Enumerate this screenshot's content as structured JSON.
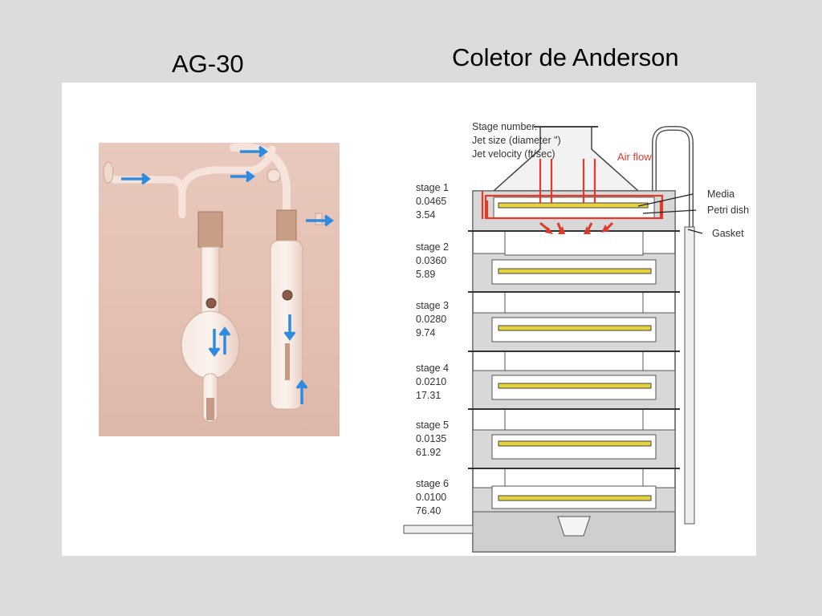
{
  "titles": {
    "left": "AG-30",
    "right": "Coletor de Anderson"
  },
  "diagram": {
    "legend": {
      "line1": "Stage number.",
      "line2": "Jet size (diameter \")",
      "line3": "Jet velocity (ft/sec)"
    },
    "airflow_label": "Air flow",
    "callouts": {
      "media": "Media",
      "petri": "Petri dish",
      "gasket": "Gasket"
    },
    "stages": [
      {
        "name": "stage 1",
        "jet": "0.0465",
        "velocity": "3.54"
      },
      {
        "name": "stage 2",
        "jet": "0.0360",
        "velocity": "5.89"
      },
      {
        "name": "stage 3",
        "jet": "0.0280",
        "velocity": "9.74"
      },
      {
        "name": "stage 4",
        "jet": "0.0210",
        "velocity": "17.31"
      },
      {
        "name": "stage 5",
        "jet": "0.0135",
        "velocity": "61.92"
      },
      {
        "name": "stage 6",
        "jet": "0.0100",
        "velocity": "76.40"
      }
    ]
  },
  "colors": {
    "flow_arrow": "#2f8be0",
    "airflow_red": "#e03a2a",
    "media_yellow": "#e6d23a",
    "photo_bg": "#e3c0b2"
  }
}
